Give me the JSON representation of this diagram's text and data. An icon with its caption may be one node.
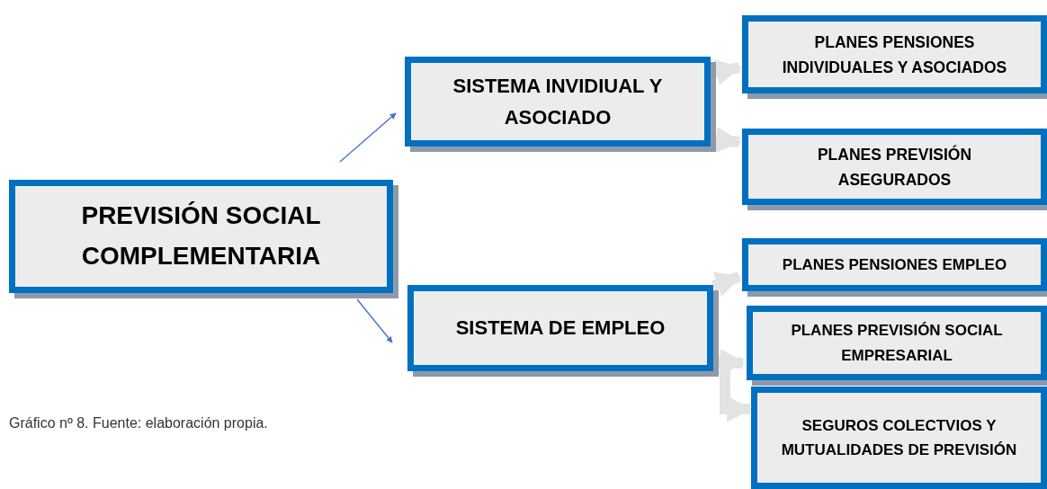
{
  "diagram": {
    "caption": "Gráfico nº 8. Fuente: elaboración propia.",
    "nodes": [
      {
        "text": [
          "PREVISIÓN SOCIAL COMPLEMENTARIA"
        ]
      },
      {
        "text": [
          "SISTEMA INVIDIUAL Y ASOCIADO"
        ]
      },
      {
        "text": [
          "SISTEMA DE EMPLEO"
        ]
      },
      {
        "text": [
          "PLANES PENSIONES INDIVIDUALES Y ASOCIADOS"
        ]
      },
      {
        "text": [
          "PLANES PREVISIÓN ASEGURADOS"
        ]
      },
      {
        "text": [
          "PLANES PENSIONES EMPLEO"
        ]
      },
      {
        "text": [
          "PLANES PREVISIÓN SOCIAL EMPRESARIAL"
        ]
      },
      {
        "text": [
          "SEGUROS COLECTVIOS Y MUTUALIDADES DE PREVISIÓN"
        ]
      }
    ],
    "edges": [
      {
        "from": 0,
        "to": 1,
        "arrow": "to",
        "color": "#4472c4"
      },
      {
        "from": 0,
        "to": 2,
        "arrow": "to",
        "color": "#4472c4"
      },
      {
        "from": 1,
        "to": 3,
        "arrow": "to"
      },
      {
        "from": 1,
        "to": 4,
        "arrow": "to"
      },
      {
        "from": 2,
        "to": 5,
        "arrow": "to"
      },
      {
        "from": 2,
        "to": 6,
        "arrow": "to"
      },
      {
        "from": 2,
        "to": 7,
        "arrow": "to"
      }
    ]
  }
}
